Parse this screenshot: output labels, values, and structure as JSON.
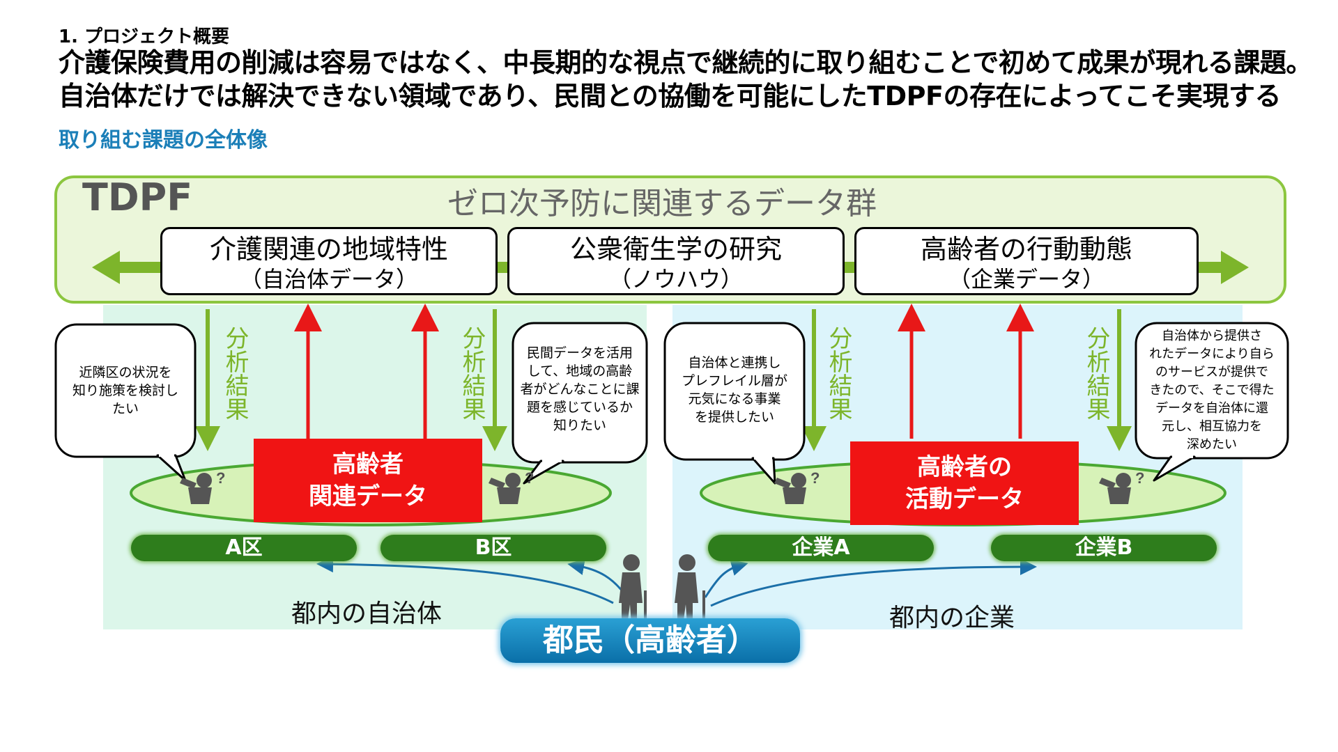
{
  "header": {
    "section": "1. プロジェクト概要",
    "headline_line1": "介護保険費用の削減は容易ではなく、中長期的な視点で継続的に取り組むことで初めて成果が現れる課題。",
    "headline_line2": "自治体だけでは解決できない領域であり、民間との協働を可能にしたTDPFの存在によってこそ実現する",
    "subtitle": "取り組む課題の全体像"
  },
  "tdpf": {
    "label": "TDPF",
    "caption": "ゼロ次予防に関連するデータ群",
    "boxes": [
      {
        "title": "介護関連の地域特性",
        "sub": "（自治体データ）"
      },
      {
        "title": "公衆衛生学の研究",
        "sub": "（ノウハウ）"
      },
      {
        "title": "高齢者の行動動態",
        "sub": "（企業データ）"
      }
    ]
  },
  "labels": {
    "analysis": "分析結果"
  },
  "left": {
    "red_box_line1": "高齢者",
    "red_box_line2": "関連データ",
    "ward_a": "A区",
    "ward_b": "B区",
    "caption": "都内の自治体",
    "bubble_a": [
      "近隣区の状況を",
      "知り施策を検討し",
      "たい"
    ],
    "bubble_b": [
      "民間データを活用",
      "して、地域の高齢",
      "者がどんなことに課",
      "題を感じているか",
      "知りたい"
    ]
  },
  "right": {
    "red_box_line1": "高齢者の",
    "red_box_line2": "活動データ",
    "company_a": "企業A",
    "company_b": "企業B",
    "caption": "都内の企業",
    "bubble_a": [
      "自治体と連携し",
      "プレフレイル層が",
      "元気になる事業",
      "を提供したい"
    ],
    "bubble_b": [
      "自治体から提供さ",
      "れたデータにより自ら",
      "のサービスが提供で",
      "きたので、そこで得た",
      "データを自治体に還",
      "元し、相互協力を",
      "深めたい"
    ]
  },
  "citizen": "都民（高齢者）",
  "colors": {
    "green_arrow": "#7db52b",
    "red_arrow": "#e81818",
    "blue_arrow": "#1b6fa8",
    "pill_green": "#2e7d1c"
  }
}
